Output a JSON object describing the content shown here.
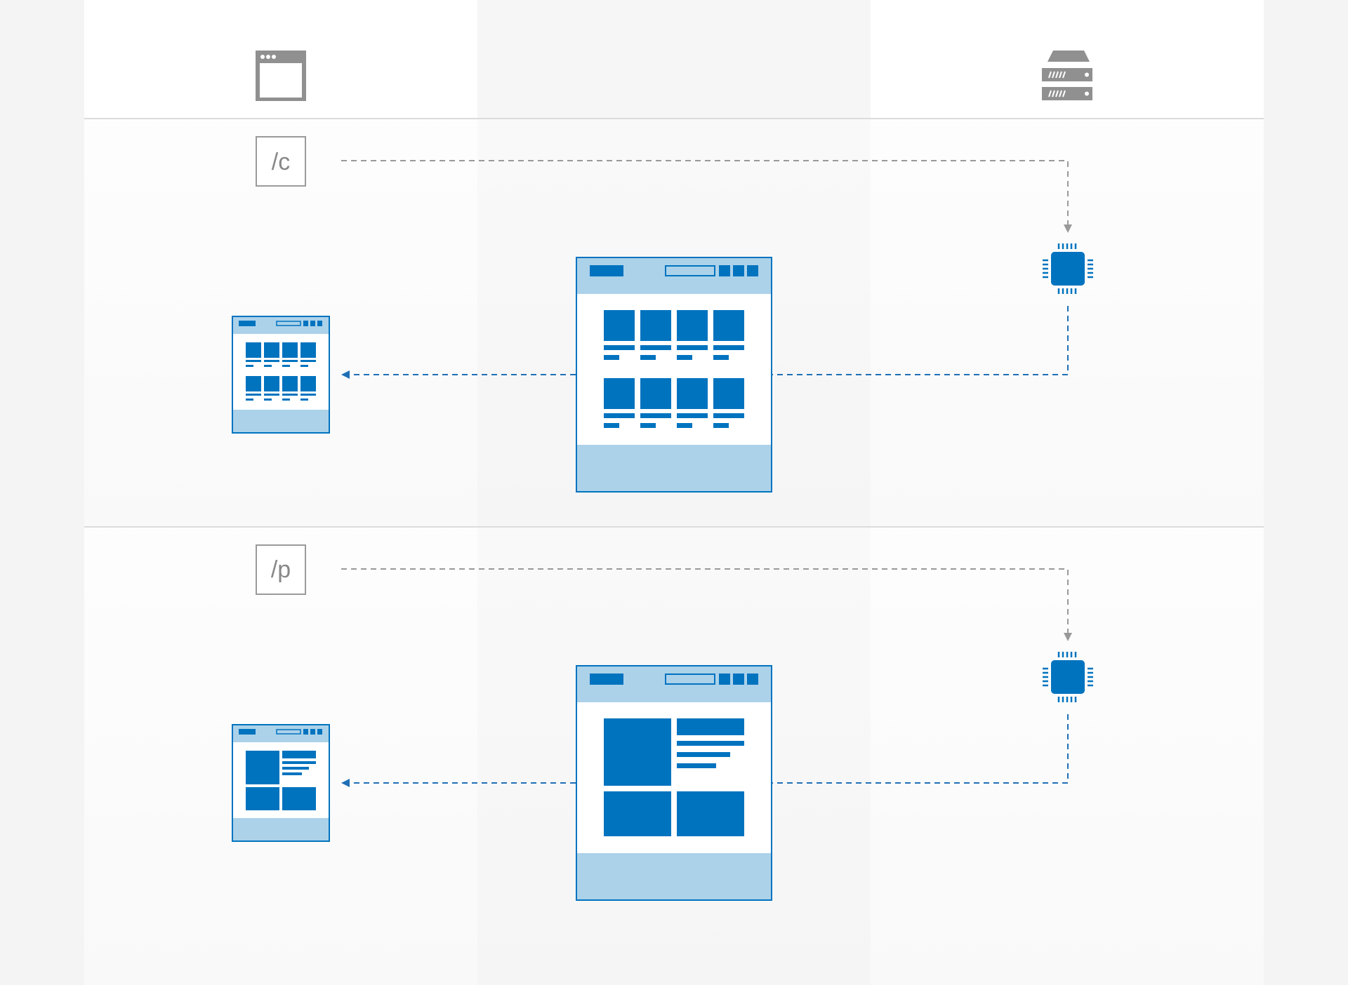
{
  "colors": {
    "page_background": "#f4f4f4",
    "panel_light": "#ffffff",
    "panel_mid": "#f6f6f6",
    "divider": "#dcdcdc",
    "icon_gray": "#909090",
    "label_border": "#9a9a9a",
    "label_text": "#888888",
    "request_line": "#999999",
    "brand_blue": "#0073bf",
    "light_blue": "#acd2ea",
    "response_line": "#1f6fb5"
  },
  "columns": {
    "left_icon": "browser-window-icon",
    "right_icon": "server-icon"
  },
  "rows": [
    {
      "route_label": "/c",
      "processor_icon": "cpu-chip-icon",
      "page_layout": "product-grid"
    },
    {
      "route_label": "/p",
      "processor_icon": "cpu-chip-icon",
      "page_layout": "product-detail"
    }
  ]
}
